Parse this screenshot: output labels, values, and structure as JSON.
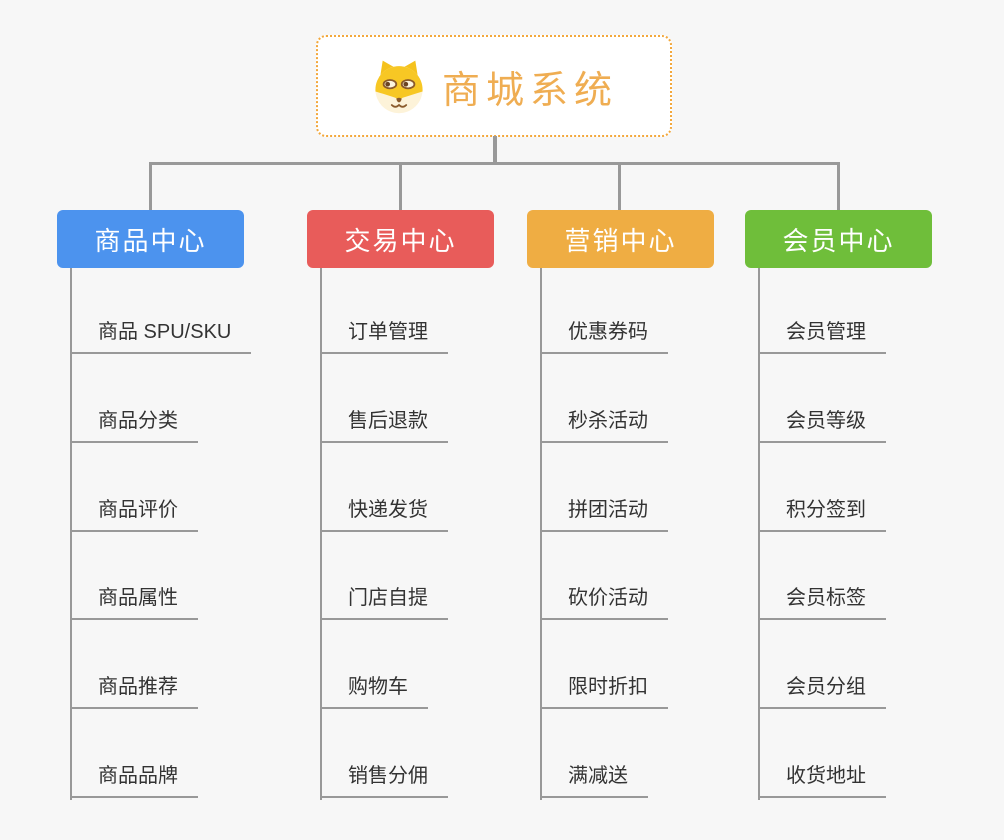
{
  "canvas": {
    "background": "#F7F7F7",
    "connector_color": "#999999"
  },
  "root": {
    "title": "商城系统",
    "icon": "doge-icon",
    "text_color": "#EFAD52",
    "border_color": "#F3A83C",
    "background": "#FFFFFF"
  },
  "branches": [
    {
      "id": "product-center",
      "label": "商品中心",
      "color": "#4C93EE",
      "children": [
        "商品 SPU/SKU",
        "商品分类",
        "商品评价",
        "商品属性",
        "商品推荐",
        "商品品牌"
      ]
    },
    {
      "id": "trade-center",
      "label": "交易中心",
      "color": "#E85C5A",
      "children": [
        "订单管理",
        "售后退款",
        "快递发货",
        "门店自提",
        "购物车",
        "销售分佣"
      ]
    },
    {
      "id": "marketing-center",
      "label": "营销中心",
      "color": "#EFAD43",
      "children": [
        "优惠券码",
        "秒杀活动",
        "拼团活动",
        "砍价活动",
        "限时折扣",
        "满减送"
      ]
    },
    {
      "id": "member-center",
      "label": "会员中心",
      "color": "#6FBE3A",
      "children": [
        "会员管理",
        "会员等级",
        "积分签到",
        "会员标签",
        "会员分组",
        "收货地址"
      ]
    }
  ]
}
